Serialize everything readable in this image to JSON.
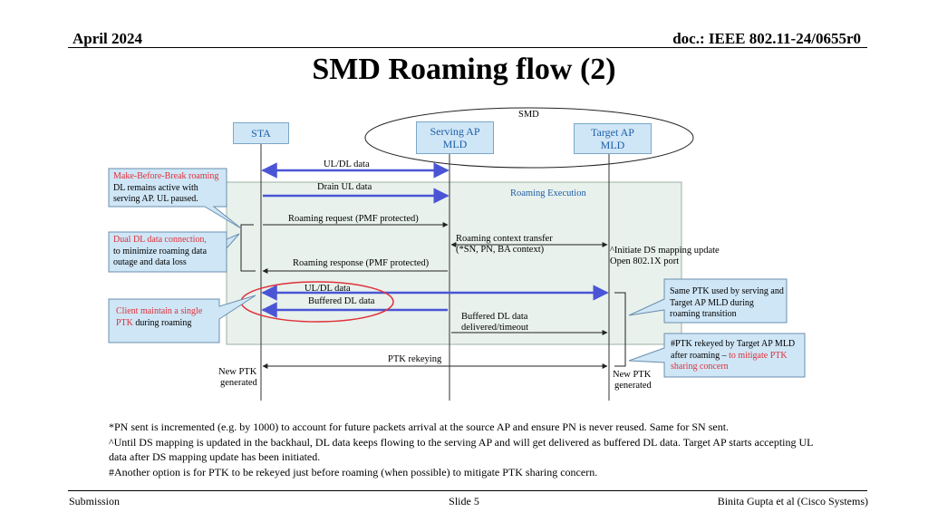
{
  "header": {
    "date": "April 2024",
    "doc": "doc.: IEEE 802.11-24/0655r0"
  },
  "title": "SMD Roaming flow (2)",
  "entities": {
    "smd": "SMD",
    "sta": "STA",
    "serving_ap": "Serving AP MLD",
    "target_ap": "Target AP MLD"
  },
  "region_label": "Roaming Execution",
  "messages": {
    "ul_dl_1": "UL/DL data",
    "drain_ul": "Drain UL data",
    "roam_req": "Roaming request (PMF protected)",
    "ctx_transfer_1": "Roaming context transfer",
    "ctx_transfer_2": "(*SN, PN, BA context)",
    "ds_update_1": "^Initiate DS mapping update",
    "ds_update_2": "Open 802.1X port",
    "roam_resp": "Roaming response (PMF protected)",
    "ul_dl_2": "UL/DL data",
    "buffered_dl": "Buffered DL data",
    "buffered_deliv_1": "Buffered DL data",
    "buffered_deliv_2": "delivered/timeout",
    "ptk_rekey": "PTK rekeying",
    "new_ptk_sta_1": "New PTK",
    "new_ptk_sta_2": "generated",
    "new_ptk_ap_1": "New PTK",
    "new_ptk_ap_2": "generated"
  },
  "callouts": {
    "mbb_red": "Make-Before-Break roaming",
    "mbb_rest": "DL remains active with serving AP. UL paused.",
    "dual_red": "Dual DL data connection,",
    "dual_rest": "to minimize roaming data outage and data loss",
    "client_red": "Client maintain a single PTK",
    "client_rest": "during roaming",
    "same_ptk": "Same PTK used by serving and Target AP MLD during roaming transition",
    "rekey_black": "#PTK rekeyed by Target AP MLD after roaming –",
    "rekey_red": "to mitigate PTK sharing concern"
  },
  "notes": [
    "*PN sent is incremented (e.g. by 1000) to account for future packets arrival at the source AP and ensure PN is never reused. Same for SN sent.",
    "^Until DS mapping is updated in the backhaul, DL data keeps flowing to the serving AP and will get delivered as buffered DL data. Target AP starts accepting UL data after DS mapping update has been initiated.",
    "#Another option is for PTK to be rekeyed just before roaming (when possible) to mitigate PTK sharing concern."
  ],
  "footer": {
    "left": "Submission",
    "center": "Slide 5",
    "right": "Binita Gupta et al (Cisco Systems)"
  },
  "colors": {
    "arrow_blue": "#4a55d6",
    "highlight_red": "#e0303a",
    "box_fill": "#cfe6f6",
    "region_fill": "#e8f1ec"
  }
}
